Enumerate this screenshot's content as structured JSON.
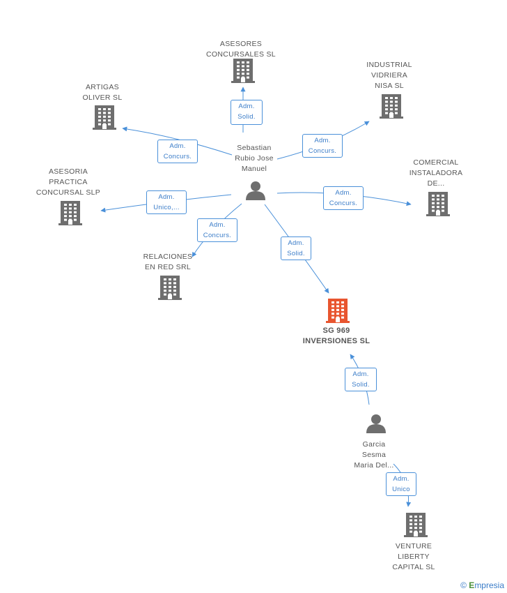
{
  "colors": {
    "edge": "#4a90d9",
    "company": "#6e6e6e",
    "focus": "#e8552f",
    "person": "#6e6e6e"
  },
  "nodes": [
    {
      "id": "asesores",
      "kind": "company",
      "label": "ASESORES\nCONCURSALES SL"
    },
    {
      "id": "industrial",
      "kind": "company",
      "label": "INDUSTRIAL\nVIDRIERA\nNISA SL"
    },
    {
      "id": "artigas",
      "kind": "company",
      "label": "ARTIGAS\nOLIVER SL"
    },
    {
      "id": "comercial",
      "kind": "company",
      "label": "COMERCIAL\nINSTALADORA\nDE..."
    },
    {
      "id": "asesoria",
      "kind": "company",
      "label": "ASESORIA\nPRACTICA\nCONCURSAL SLP"
    },
    {
      "id": "relaciones",
      "kind": "company",
      "label": "RELACIONES\nEN RED SRL"
    },
    {
      "id": "sg969",
      "kind": "focus",
      "label": "SG 969\nINVERSIONES SL"
    },
    {
      "id": "venture",
      "kind": "company",
      "label": "VENTURE\nLIBERTY\nCAPITAL SL"
    },
    {
      "id": "sebastian",
      "kind": "person",
      "label": "Sebastian\nRubio Jose\nManuel"
    },
    {
      "id": "garcia",
      "kind": "person",
      "label": "Garcia\nSesma\nMaria Del..."
    }
  ],
  "edges": [
    {
      "id": "e1",
      "from": "sebastian",
      "to": "asesores",
      "label": "Adm.\nSolid."
    },
    {
      "id": "e2",
      "from": "sebastian",
      "to": "artigas",
      "label": "Adm.\nConcurs."
    },
    {
      "id": "e3",
      "from": "sebastian",
      "to": "industrial",
      "label": "Adm.\nConcurs."
    },
    {
      "id": "e4",
      "from": "sebastian",
      "to": "comercial",
      "label": "Adm.\nConcurs."
    },
    {
      "id": "e5",
      "from": "sebastian",
      "to": "asesoria",
      "label": "Adm.\nUnico,..."
    },
    {
      "id": "e6",
      "from": "sebastian",
      "to": "relaciones",
      "label": "Adm.\nConcurs."
    },
    {
      "id": "e7",
      "from": "sebastian",
      "to": "sg969",
      "label": "Adm.\nSolid."
    },
    {
      "id": "e8",
      "from": "garcia",
      "to": "sg969",
      "label": "Adm.\nSolid."
    },
    {
      "id": "e9",
      "from": "garcia",
      "to": "venture",
      "label": "Adm.\nUnico"
    }
  ],
  "brand": {
    "copyright": "©",
    "name": "mpresia",
    "initial": "E"
  }
}
